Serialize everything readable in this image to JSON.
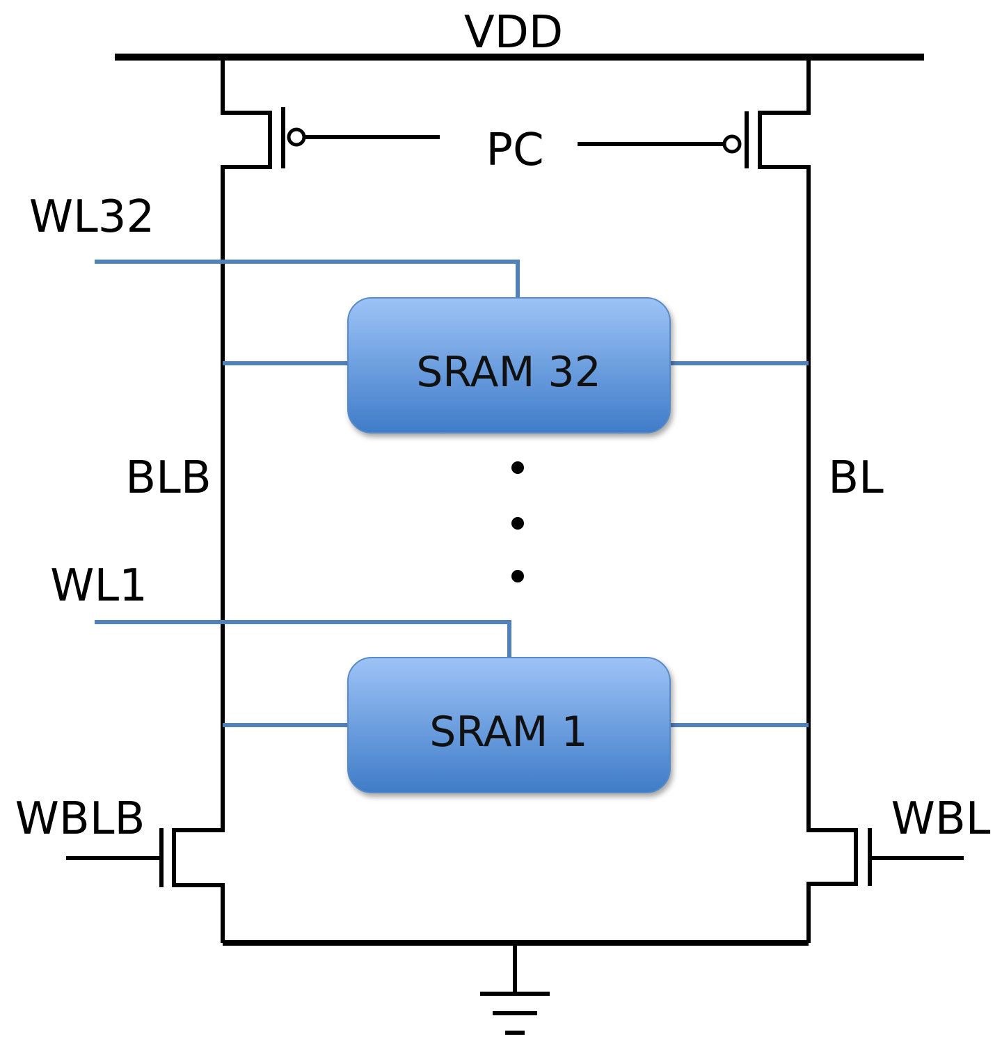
{
  "labels": {
    "vdd": "VDD",
    "pc": "PC",
    "wl32": "WL32",
    "wl1": "WL1",
    "blb": "BLB",
    "bl": "BL",
    "wblb": "WBLB",
    "wbl": "WBL"
  },
  "blocks": {
    "sram32": "SRAM 32",
    "sram1": "SRAM 1"
  },
  "colors": {
    "wire": "#000000",
    "word_line": "#4f81bd",
    "block_top": "#9dc3f7",
    "block_bottom": "#3f7cc8",
    "block_border": "#5a8ac6"
  }
}
